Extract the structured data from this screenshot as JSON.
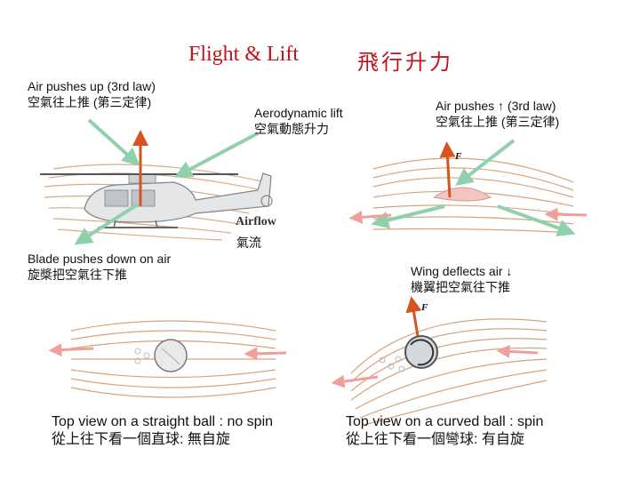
{
  "title": {
    "en": "Flight & Lift",
    "zh": "飛行升力"
  },
  "labels": {
    "heli_air_up": {
      "line1": "Air pushes up (3rd law)",
      "line2": "空氣往上推 (第三定律)"
    },
    "aero_lift": {
      "line1": "Aerodynamic lift",
      "line2": "空氣動態升力"
    },
    "wing_air_up": {
      "line1": "Air pushes ↑ (3rd law)",
      "line2": "空氣往上推 (第三定律)"
    },
    "blade_down": {
      "line1": "Blade pushes down on air",
      "line2": "旋槳把空氣往下推"
    },
    "airflow_en": "Airflow",
    "airflow_zh": "氣流",
    "wing_deflects": {
      "line1": "Wing deflects air ↓",
      "line2": "機翼把空氣往下推"
    },
    "force_f": "F",
    "straight_ball": {
      "line1": "Top view on a straight ball : no spin",
      "line2": "從上往下看一個直球:  無自旋"
    },
    "curved_ball": {
      "line1": "Top view on a curved ball : spin",
      "line2": "從上往下看一個彎球:  有自旋"
    }
  },
  "colors": {
    "title": "#c0131a",
    "force_arrow": "#d4561e",
    "green_arrow": "#8fd1ad",
    "pink_arrow": "#f0a09a",
    "streamline": "#d9a27a"
  }
}
